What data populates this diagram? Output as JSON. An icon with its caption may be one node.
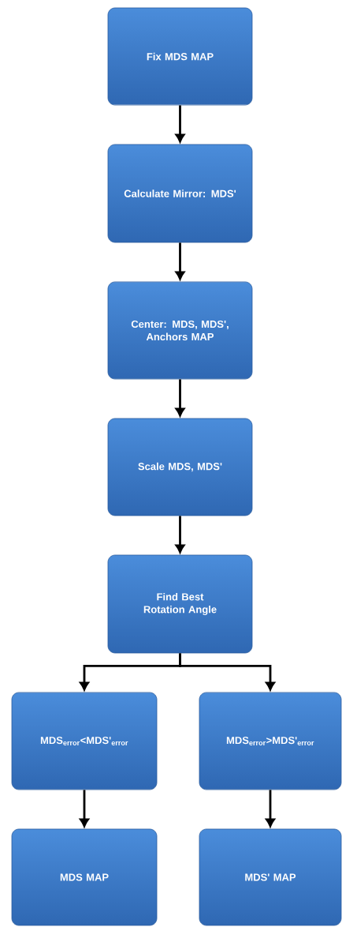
{
  "diagram": {
    "nodes": [
      {
        "text": [
          "Fix MDS MAP"
        ]
      },
      {
        "text": [
          "Calculate Mirror: MDS'"
        ]
      },
      {
        "text": [
          "Center: MDS, MDS', Anchors MAP"
        ]
      },
      {
        "text": [
          "Scale MDS, MDS'"
        ]
      },
      {
        "text": [
          "Find Best Rotation Angle"
        ]
      },
      {
        "text": [
          "MDS$_{error}$<MDS'$_{error}$"
        ]
      },
      {
        "text": [
          "MDS$_{error}$>MDS'$_{error}$"
        ]
      },
      {
        "text": [
          "MDS MAP"
        ]
      },
      {
        "text": [
          "MDS' MAP"
        ]
      }
    ],
    "edges": [
      {
        "from": 0,
        "to": 1,
        "arrow": "to"
      },
      {
        "from": 1,
        "to": 2,
        "arrow": "to"
      },
      {
        "from": 2,
        "to": 3,
        "arrow": "to"
      },
      {
        "from": 3,
        "to": 4,
        "arrow": "to"
      },
      {
        "from": 4,
        "to": 5,
        "arrow": "to"
      },
      {
        "from": 4,
        "to": 6,
        "arrow": "to"
      },
      {
        "from": 5,
        "to": 7,
        "arrow": "to"
      },
      {
        "from": 6,
        "to": 8,
        "arrow": "to"
      }
    ]
  }
}
